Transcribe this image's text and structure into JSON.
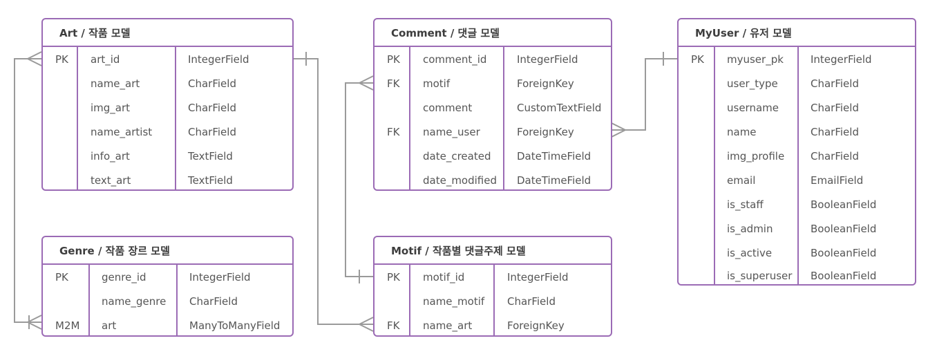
{
  "colors": {
    "entity_border": "#9b6bb5",
    "connector": "#9a9a9a",
    "text": "#555555"
  },
  "entities": {
    "art": {
      "title": "Art / 작품 모델",
      "rows": [
        {
          "key": "PK",
          "name": "art_id",
          "type": "IntegerField"
        },
        {
          "key": "",
          "name": "name_art",
          "type": "CharField"
        },
        {
          "key": "",
          "name": "img_art",
          "type": "CharField"
        },
        {
          "key": "",
          "name": "name_artist",
          "type": "CharField"
        },
        {
          "key": "",
          "name": "info_art",
          "type": "TextField"
        },
        {
          "key": "",
          "name": "text_art",
          "type": "TextField"
        }
      ]
    },
    "genre": {
      "title": "Genre / 작품 장르 모델",
      "rows": [
        {
          "key": "PK",
          "name": "genre_id",
          "type": "IntegerField"
        },
        {
          "key": "",
          "name": "name_genre",
          "type": "CharField"
        },
        {
          "key": "M2M",
          "name": "art",
          "type": "ManyToManyField"
        }
      ]
    },
    "comment": {
      "title": "Comment / 댓글 모델",
      "rows": [
        {
          "key": "PK",
          "name": "comment_id",
          "type": "IntegerField"
        },
        {
          "key": "FK",
          "name": "motif",
          "type": "ForeignKey"
        },
        {
          "key": "",
          "name": "comment",
          "type": "CustomTextField"
        },
        {
          "key": "FK",
          "name": "name_user",
          "type": "ForeignKey"
        },
        {
          "key": "",
          "name": "date_created",
          "type": "DateTimeField"
        },
        {
          "key": "",
          "name": "date_modified",
          "type": "DateTimeField"
        }
      ]
    },
    "motif": {
      "title": "Motif / 작품별 댓글주제 모델",
      "rows": [
        {
          "key": "PK",
          "name": "motif_id",
          "type": "IntegerField"
        },
        {
          "key": "",
          "name": "name_motif",
          "type": "CharField"
        },
        {
          "key": "FK",
          "name": "name_art",
          "type": "ForeignKey"
        }
      ]
    },
    "myuser": {
      "title": "MyUser / 유저 모델",
      "rows": [
        {
          "key": "PK",
          "name": "myuser_pk",
          "type": "IntegerField"
        },
        {
          "key": "",
          "name": "user_type",
          "type": "CharField"
        },
        {
          "key": "",
          "name": "username",
          "type": "CharField"
        },
        {
          "key": "",
          "name": "name",
          "type": "CharField"
        },
        {
          "key": "",
          "name": "img_profile",
          "type": "CharField"
        },
        {
          "key": "",
          "name": "email",
          "type": "EmailField"
        },
        {
          "key": "",
          "name": "is_staff",
          "type": "BooleanField"
        },
        {
          "key": "",
          "name": "is_admin",
          "type": "BooleanField"
        },
        {
          "key": "",
          "name": "is_active",
          "type": "BooleanField"
        },
        {
          "key": "",
          "name": "is_superuser",
          "type": "BooleanField"
        }
      ]
    }
  }
}
